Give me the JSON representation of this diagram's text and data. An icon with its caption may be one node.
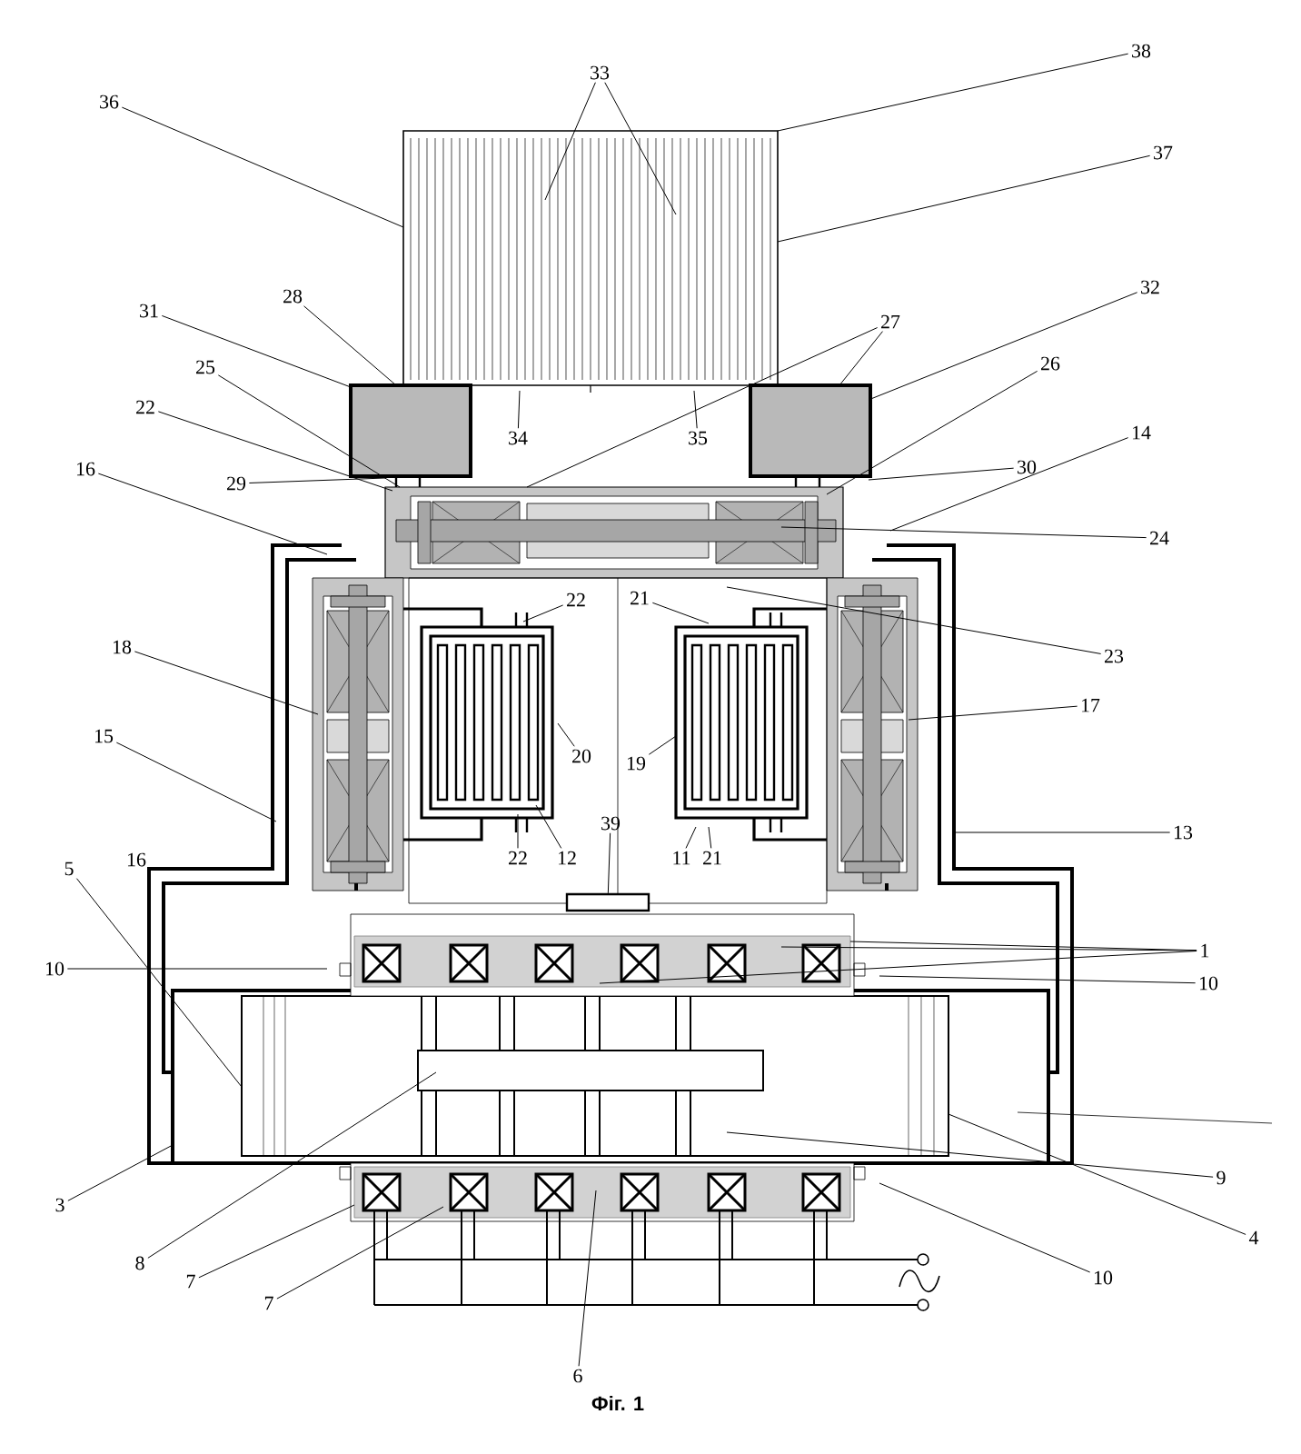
{
  "diagram": {
    "caption": "Фіг. 1",
    "nodes": [
      {
        "text": [
          "33"
        ]
      },
      {
        "text": [
          "38"
        ]
      },
      {
        "text": [
          "36"
        ]
      },
      {
        "text": [
          "37"
        ]
      },
      {
        "text": [
          "28"
        ]
      },
      {
        "text": [
          "31"
        ]
      },
      {
        "text": [
          "27"
        ]
      },
      {
        "text": [
          "32"
        ]
      },
      {
        "text": [
          "25"
        ]
      },
      {
        "text": [
          "26"
        ]
      },
      {
        "text": [
          "22"
        ]
      },
      {
        "text": [
          "34"
        ]
      },
      {
        "text": [
          "35"
        ]
      },
      {
        "text": [
          "29"
        ]
      },
      {
        "text": [
          "30"
        ]
      },
      {
        "text": [
          "14"
        ]
      },
      {
        "text": [
          "16"
        ]
      },
      {
        "text": [
          "24"
        ]
      },
      {
        "text": [
          "23"
        ]
      },
      {
        "text": [
          "22"
        ]
      },
      {
        "text": [
          "21"
        ]
      },
      {
        "text": [
          "18"
        ]
      },
      {
        "text": [
          "17"
        ]
      },
      {
        "text": [
          "15"
        ]
      },
      {
        "text": [
          "20"
        ]
      },
      {
        "text": [
          "19"
        ]
      },
      {
        "text": [
          "13"
        ]
      },
      {
        "text": [
          "22"
        ]
      },
      {
        "text": [
          "12"
        ]
      },
      {
        "text": [
          "11"
        ]
      },
      {
        "text": [
          "21"
        ]
      },
      {
        "text": [
          "39"
        ]
      },
      {
        "text": [
          "5"
        ]
      },
      {
        "text": [
          "10"
        ]
      },
      {
        "text": [
          "1"
        ]
      },
      {
        "text": [
          "10"
        ]
      },
      {
        "text": [
          "3"
        ]
      },
      {
        "text": [
          "8"
        ]
      },
      {
        "text": [
          "7"
        ]
      },
      {
        "text": [
          "7"
        ]
      },
      {
        "text": [
          "6"
        ]
      },
      {
        "text": [
          "9"
        ]
      },
      {
        "text": [
          "4"
        ]
      },
      {
        "text": [
          "10"
        ]
      },
      {
        "text": [],
        "shape": "box"
      }
    ],
    "edges": [
      {
        "from": 0,
        "to": null,
        "arrow": "none"
      },
      {
        "from": 0,
        "to": null,
        "arrow": "none"
      },
      {
        "from": 1,
        "to": null,
        "arrow": "none"
      },
      {
        "from": 2,
        "to": null,
        "arrow": "none"
      },
      {
        "from": 3,
        "to": null,
        "arrow": "none"
      },
      {
        "from": 4,
        "to": null,
        "arrow": "none"
      },
      {
        "from": 5,
        "to": null,
        "arrow": "none"
      },
      {
        "from": 6,
        "to": null,
        "arrow": "none"
      },
      {
        "from": 6,
        "to": null,
        "arrow": "none"
      },
      {
        "from": 7,
        "to": null,
        "arrow": "none"
      },
      {
        "from": 8,
        "to": null,
        "arrow": "none"
      },
      {
        "from": 9,
        "to": null,
        "arrow": "none"
      },
      {
        "from": 10,
        "to": null,
        "arrow": "none"
      },
      {
        "from": 11,
        "to": null,
        "arrow": "none"
      },
      {
        "from": 12,
        "to": null,
        "arrow": "none"
      },
      {
        "from": 13,
        "to": null,
        "arrow": "none"
      },
      {
        "from": 14,
        "to": null,
        "arrow": "none"
      },
      {
        "from": 15,
        "to": null,
        "arrow": "none"
      },
      {
        "from": 16,
        "to": null,
        "arrow": "none"
      },
      {
        "from": 17,
        "to": null,
        "arrow": "none"
      },
      {
        "from": 18,
        "to": null,
        "arrow": "none"
      },
      {
        "from": 19,
        "to": null,
        "arrow": "none"
      },
      {
        "from": 20,
        "to": null,
        "arrow": "none"
      },
      {
        "from": 21,
        "to": null,
        "arrow": "none"
      },
      {
        "from": 22,
        "to": null,
        "arrow": "none"
      },
      {
        "from": 23,
        "to": null,
        "arrow": "none"
      },
      {
        "from": 24,
        "to": null,
        "arrow": "none"
      },
      {
        "from": 25,
        "to": null,
        "arrow": "none"
      },
      {
        "from": 26,
        "to": null,
        "arrow": "none"
      },
      {
        "from": 27,
        "to": null,
        "arrow": "none"
      },
      {
        "from": 28,
        "to": null,
        "arrow": "none"
      },
      {
        "from": 29,
        "to": null,
        "arrow": "none"
      },
      {
        "from": 30,
        "to": null,
        "arrow": "none"
      },
      {
        "from": 31,
        "to": 44,
        "arrow": "none"
      },
      {
        "from": 32,
        "to": null,
        "arrow": "none"
      },
      {
        "from": 33,
        "to": null,
        "arrow": "none"
      },
      {
        "from": 34,
        "to": null,
        "arrow": "none"
      },
      {
        "from": 34,
        "to": null,
        "arrow": "none"
      },
      {
        "from": 34,
        "to": null,
        "arrow": "none"
      },
      {
        "from": 35,
        "to": null,
        "arrow": "none"
      },
      {
        "from": 36,
        "to": null,
        "arrow": "none"
      },
      {
        "from": 37,
        "to": null,
        "arrow": "none"
      },
      {
        "from": 38,
        "to": null,
        "arrow": "none"
      },
      {
        "from": 39,
        "to": null,
        "arrow": "none"
      },
      {
        "from": 40,
        "to": null,
        "arrow": "none"
      },
      {
        "from": 41,
        "to": null,
        "arrow": "none"
      },
      {
        "from": 42,
        "to": null,
        "arrow": "none"
      },
      {
        "from": 43,
        "to": null,
        "arrow": "none"
      }
    ],
    "labels": [
      "16"
    ]
  }
}
